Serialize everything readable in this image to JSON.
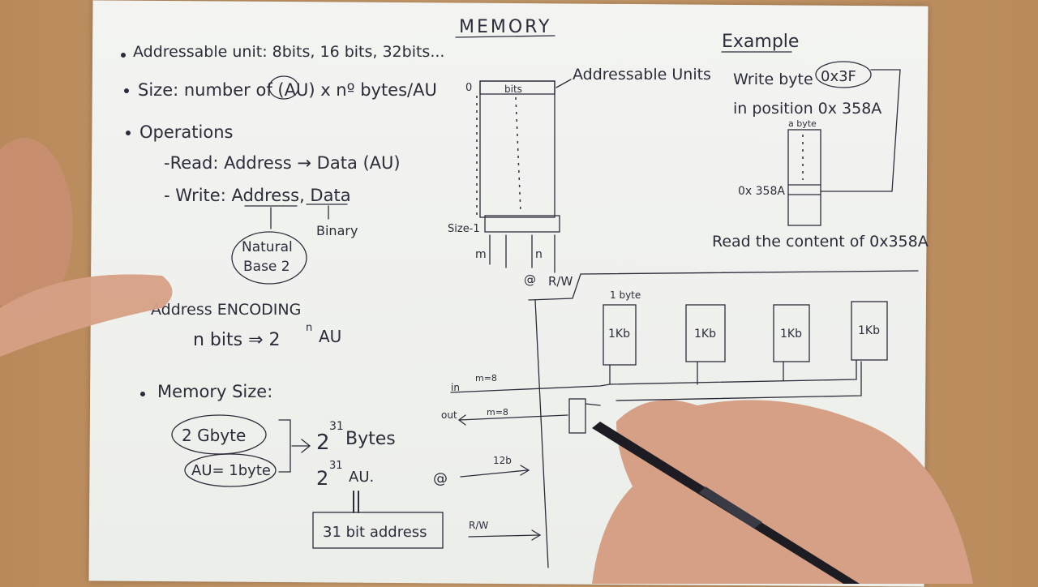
{
  "title": "MEMORY",
  "notes": {
    "addressable_unit": "Addressable unit: 8bits, 16 bits, 32bits...",
    "size": "Size: number of (AU) x nº bytes/AU",
    "operations": "Operations",
    "read": "-Read: Address → Data (AU)",
    "write": "- Write: Address, Data",
    "natural": "Natural",
    "base2": "Base 2",
    "binary": "Binary",
    "encoding": "Address ENCODING",
    "n_bits": "n bits ⇒ 2",
    "n_exp": "n",
    "au": "AU",
    "memory_size": "Memory Size:",
    "gbyte": "2 Gbyte",
    "au_eq": "AU= 1byte",
    "bytes_base": "2",
    "bytes_exp": "31",
    "bytes_label": "Bytes",
    "au_base": "2",
    "au_exp": "31",
    "au_label": "AU.",
    "address_box": "31 bit address"
  },
  "diagram": {
    "addressable_units": "Addressable Units",
    "bits": "bits",
    "zero": "0",
    "size_minus_one": "Size-1",
    "m": "m",
    "n": "n",
    "at": "@",
    "rw": "R/W"
  },
  "example": {
    "title": "Example",
    "line1": "Write byte",
    "value": "0x3F",
    "line2": "in position 0x 358A",
    "byte_label": "a byte",
    "addr": "0x 358A",
    "read": "Read the content of 0x358A"
  },
  "bus": {
    "in": "in",
    "out": "out",
    "m8": "m=8",
    "at": "@",
    "bits12": "12b",
    "rw": "R/W",
    "chip_label": "1 byte",
    "chip": "1Kb",
    "chips": [
      "1Kb",
      "1Kb",
      "1Kb",
      "1Kb"
    ]
  }
}
